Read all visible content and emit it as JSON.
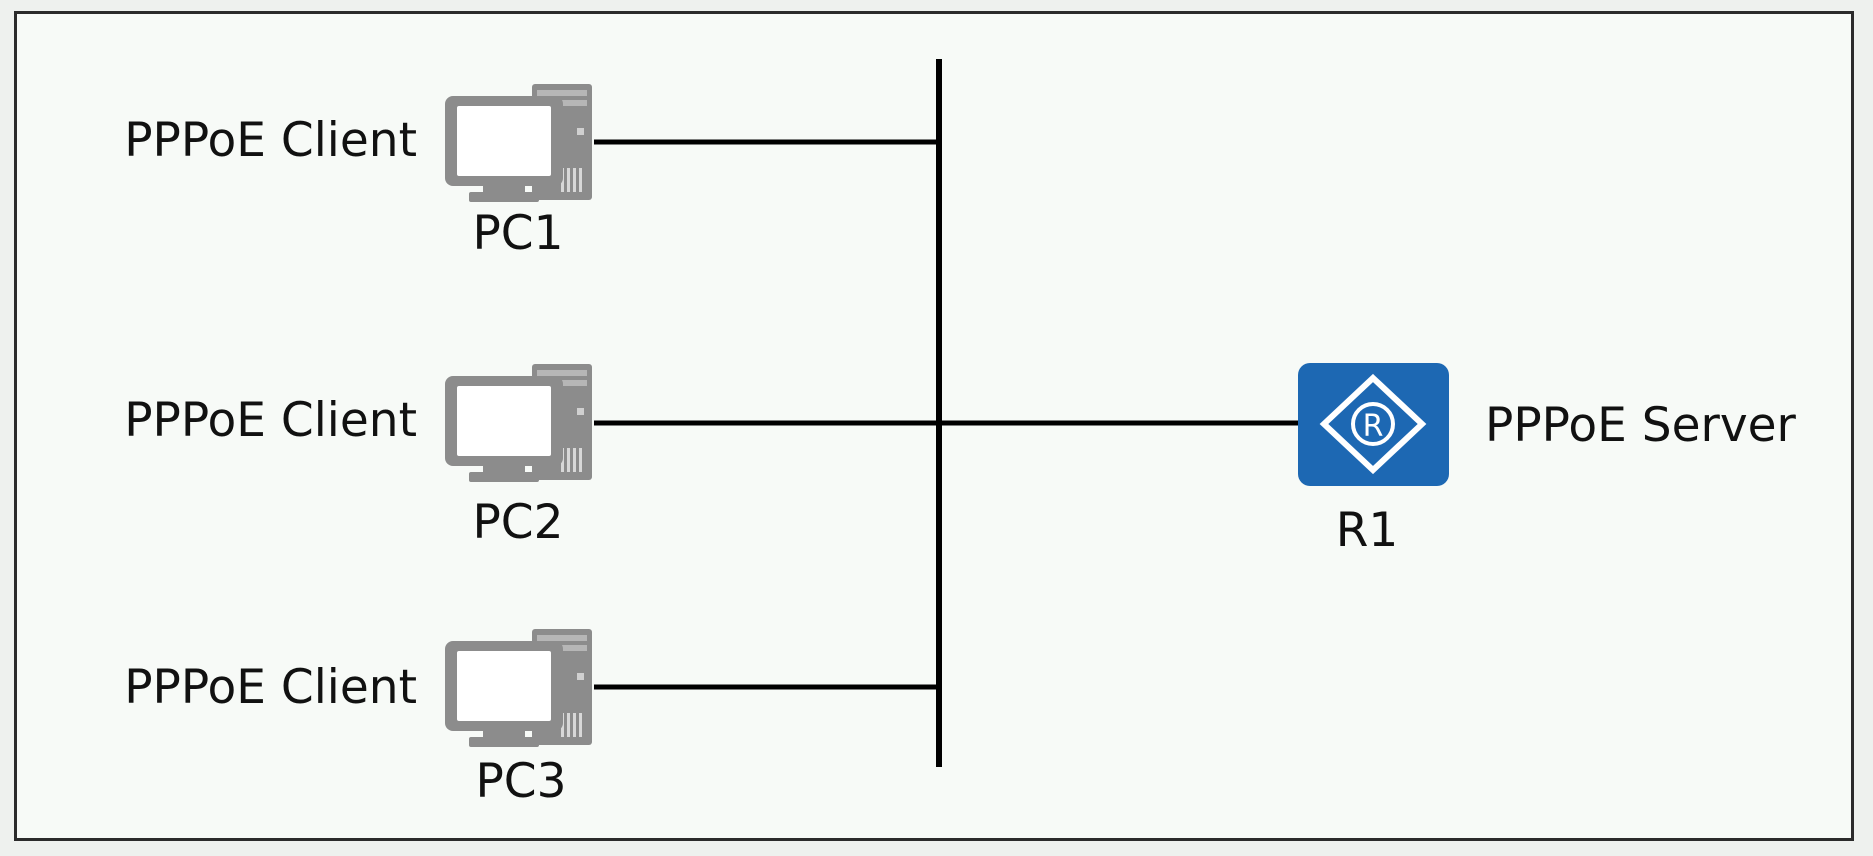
{
  "clients": [
    {
      "role": "PPPoE Client",
      "name": "PC1"
    },
    {
      "role": "PPPoE Client",
      "name": "PC2"
    },
    {
      "role": "PPPoE Client",
      "name": "PC3"
    }
  ],
  "server": {
    "role": "PPPoE Server",
    "name": "R1"
  },
  "colors": {
    "router": "#1d68b3",
    "pc": "#8c8c8c",
    "line": "#000000"
  },
  "icons": {
    "client": "pc-icon",
    "server": "router-icon"
  }
}
